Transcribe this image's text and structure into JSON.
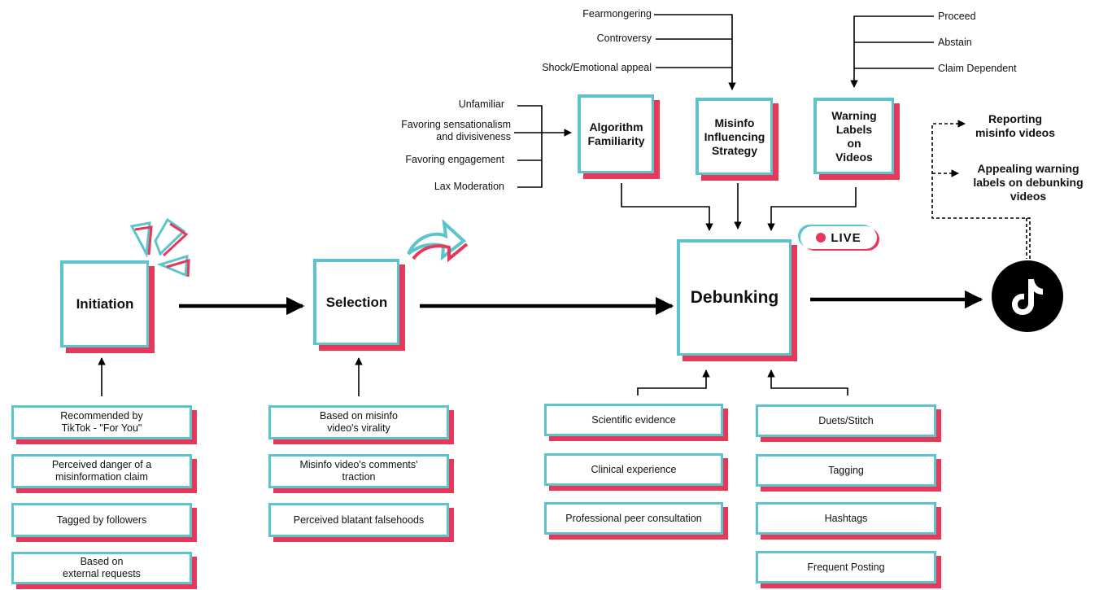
{
  "stages": {
    "initiation": "Initiation",
    "selection": "Selection",
    "debunking": "Debunking"
  },
  "factors": {
    "algorithm": "Algorithm\nFamiliarity",
    "strategy": "Misinfo\nInfluencing\nStrategy",
    "warning": "Warning\nLabels\non\nVideos"
  },
  "algorithm_inputs": [
    "Unfamiliar",
    "Favoring sensationalism\nand divisiveness",
    "Favoring engagement",
    "Lax Moderation"
  ],
  "strategy_inputs": [
    "Fearmongering",
    "Controversy",
    "Shock/Emotional appeal"
  ],
  "warning_inputs": [
    "Proceed",
    "Abstain",
    "Claim Dependent"
  ],
  "initiation_cards": [
    "Recommended by\nTikTok - \"For You\"",
    "Perceived danger of a\nmisinformation claim",
    "Tagged by followers",
    "Based on\nexternal requests"
  ],
  "selection_cards": [
    "Based on misinfo\nvideo's virality",
    "Misinfo video's comments'\ntraction",
    "Perceived blatant falsehoods"
  ],
  "debunking_methods": [
    "Scientific evidence",
    "Clinical experience",
    "Professional peer consultation"
  ],
  "debunking_formats": [
    "Duets/Stitch",
    "Tagging",
    "Hashtags",
    "Frequent Posting"
  ],
  "outcomes": [
    "Reporting\nmisinfo videos",
    "Appealing warning\nlabels on debunking\nvideos"
  ],
  "live_badge": "LIVE",
  "colors": {
    "cyan": "#5bc4cc",
    "red": "#e8385a",
    "line": "#000000"
  },
  "icons": {
    "tiktok": "tiktok-logo-icon",
    "live": "live-dot-icon"
  }
}
